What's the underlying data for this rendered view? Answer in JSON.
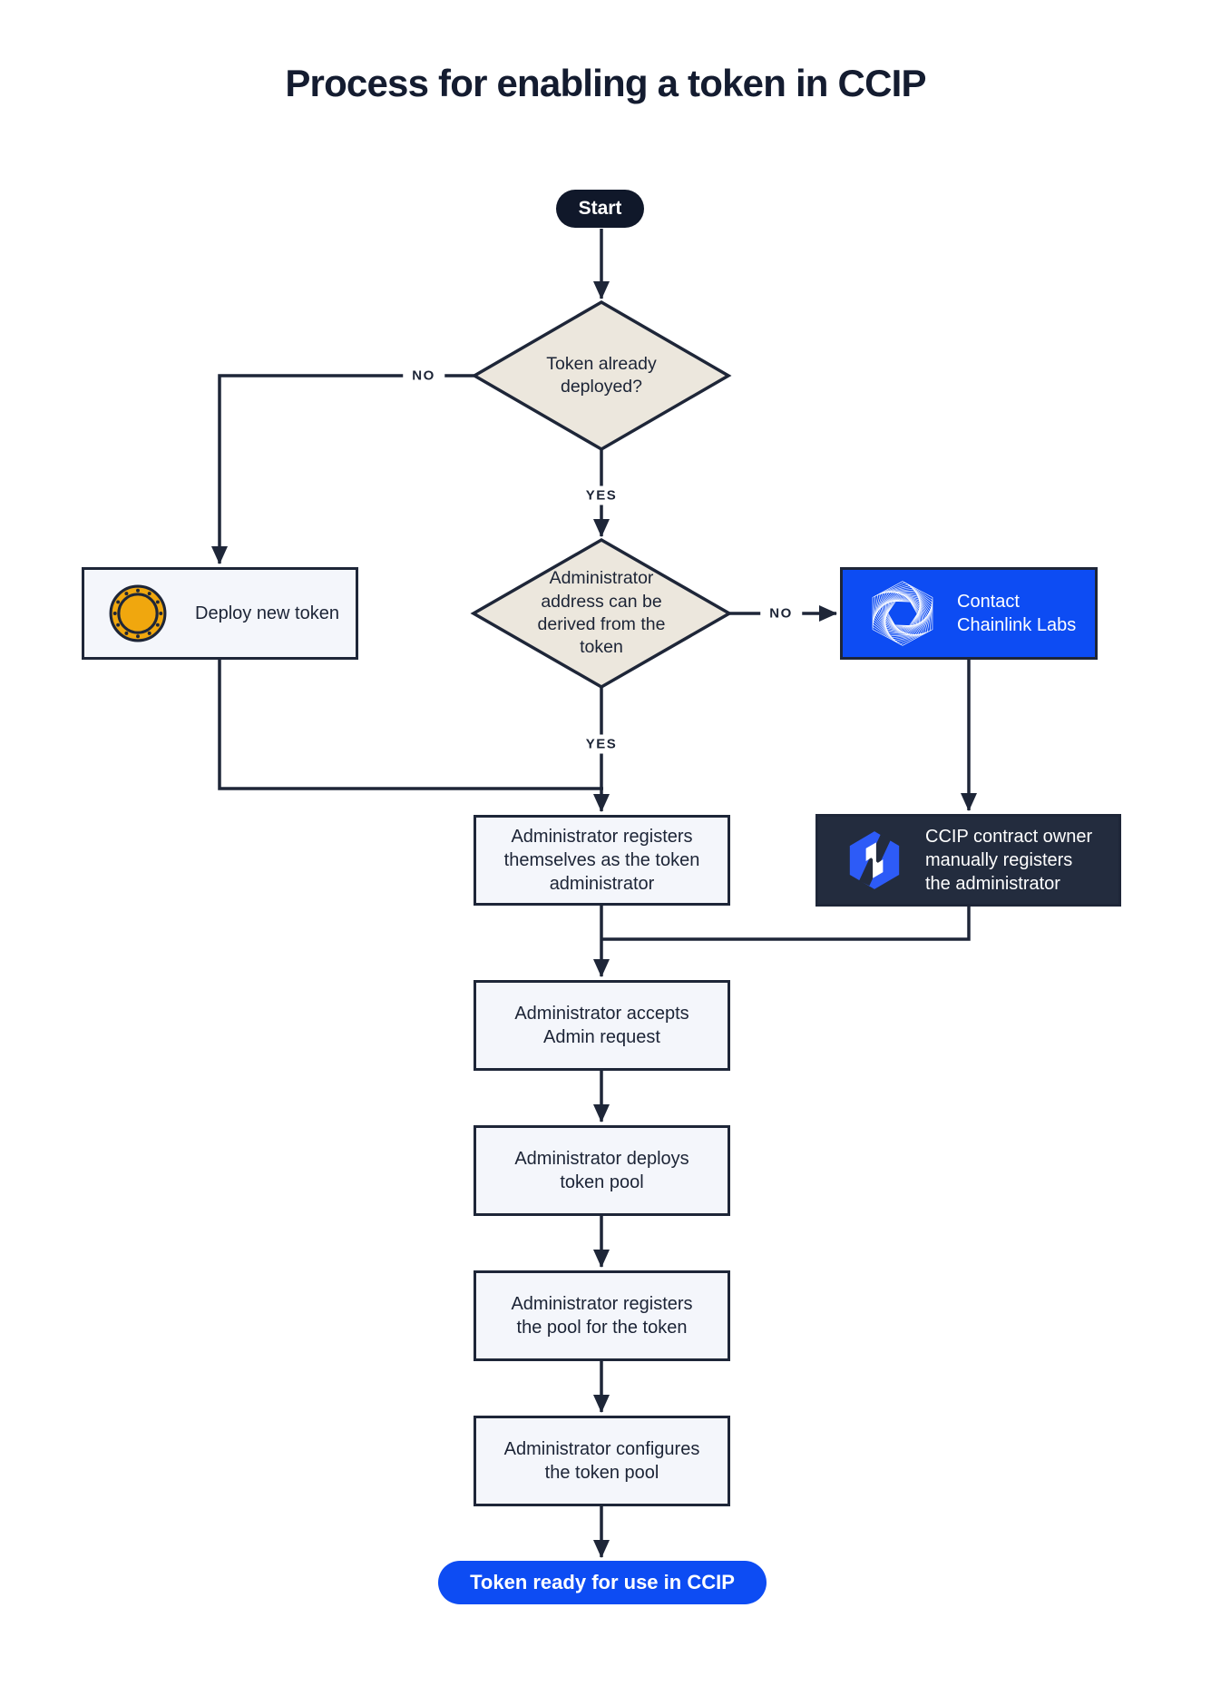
{
  "title": "Process for enabling a token in CCIP",
  "colors": {
    "line_dark": "#1e2638",
    "start_pill_bg": "#10182a",
    "accent_blue": "#0d4cf3",
    "dark_box_bg": "#232c3e",
    "diamond_fill": "#ece7dd",
    "light_box_fill": "#f4f6fb",
    "coin_gold": "#f0a70e"
  },
  "nodes": {
    "start": {
      "label": "Start"
    },
    "decision_token_deployed": {
      "label": "Token already\ndeployed?"
    },
    "deploy_new_token": {
      "label": "Deploy new token",
      "icon": "coin-icon"
    },
    "decision_admin_address": {
      "label": "Administrator\naddress can be\nderived from the\ntoken"
    },
    "contact_chainlink_labs": {
      "label": "Contact\nChainlink Labs",
      "icon": "chainlink-labs-icon"
    },
    "register_self": {
      "label": "Administrator registers\nthemselves as the token\nadministrator"
    },
    "ccip_owner_registers": {
      "label": "CCIP contract owner\nmanually registers\nthe administrator",
      "icon": "ccip-icon"
    },
    "accept_request": {
      "label": "Administrator accepts\nAdmin request"
    },
    "deploy_pool": {
      "label": "Administrator deploys\ntoken pool"
    },
    "register_pool": {
      "label": "Administrator registers\nthe pool for the token"
    },
    "configure_pool": {
      "label": "Administrator configures\nthe token pool"
    },
    "end": {
      "label": "Token ready for use in CCIP"
    }
  },
  "edge_labels": {
    "no_token_deployed": "NO",
    "yes_token_deployed": "YES",
    "no_admin_address": "NO",
    "yes_admin_address": "YES"
  }
}
